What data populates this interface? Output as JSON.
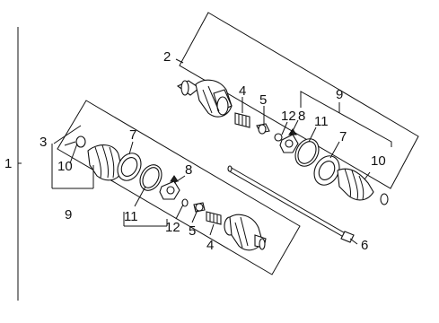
{
  "callouts": {
    "c1": "1",
    "c2": "2",
    "c3": "3",
    "c4_upper": "4",
    "c5_upper": "5",
    "c6": "6",
    "c7_right": "7",
    "c8_right": "8",
    "c9_right": "9",
    "c10_right": "10",
    "c11_right": "11",
    "c12_right": "12",
    "c10_left": "10",
    "c9_left": "9",
    "c7_left": "7",
    "c8_left": "8",
    "c11_left": "11",
    "c12_left": "12",
    "c5_lower": "5",
    "c4_lower": "4"
  }
}
